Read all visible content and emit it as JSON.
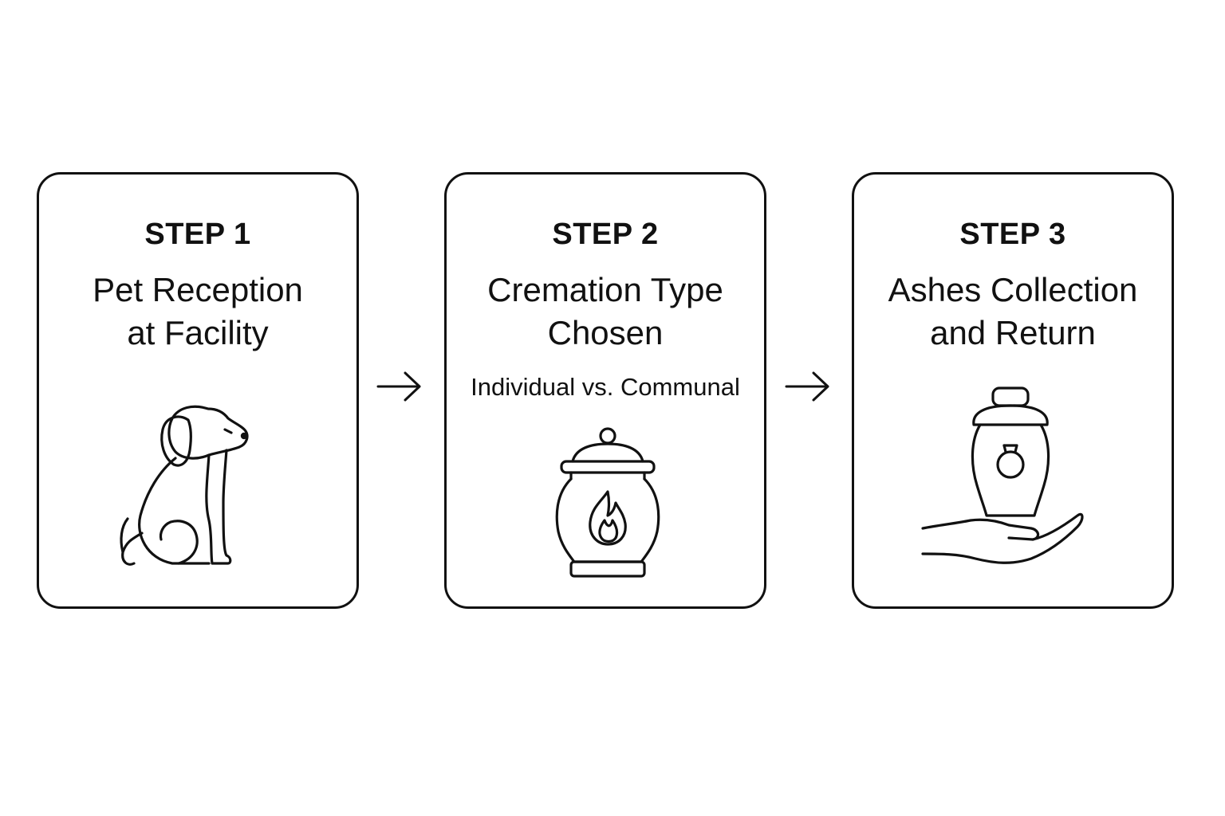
{
  "steps": [
    {
      "label": "STEP 1",
      "title_line1": "Pet Reception",
      "title_line2": "at Facility",
      "icon": "dog-icon"
    },
    {
      "label": "STEP 2",
      "title_line1": "Cremation Type",
      "title_line2": "Chosen",
      "note": "Individual vs. Communal",
      "icon": "urn-flame-icon"
    },
    {
      "label": "STEP 3",
      "title_line1": "Ashes Collection",
      "title_line2": "and Return",
      "icon": "urn-in-hand-icon"
    }
  ],
  "connectors": [
    "arrow-right-icon",
    "arrow-right-icon"
  ],
  "colors": {
    "stroke": "#111111",
    "background": "#ffffff"
  }
}
